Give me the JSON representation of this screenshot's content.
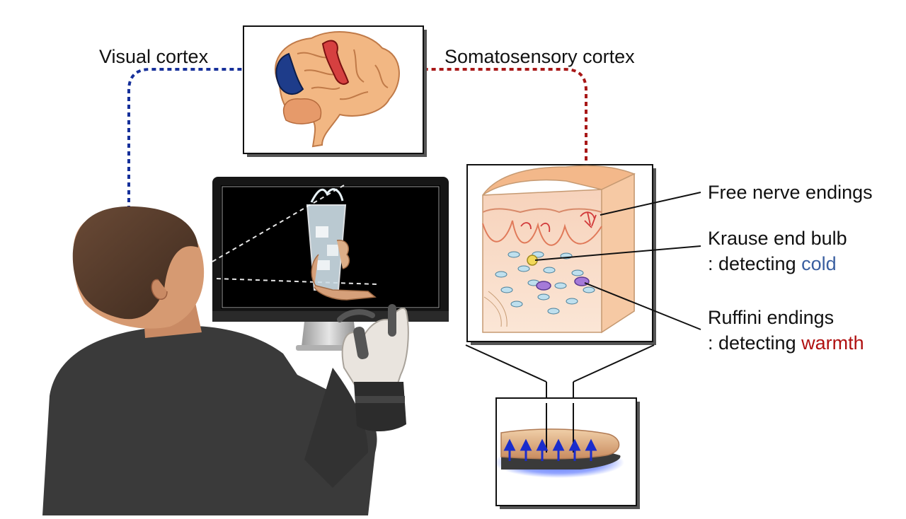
{
  "labels": {
    "visual_cortex": "Visual cortex",
    "somatosensory_cortex": "Somatosensory cortex",
    "free_nerve_endings": "Free nerve endings",
    "krause_title": "Krause end bulb",
    "krause_prefix": ": detecting ",
    "krause_word": "cold",
    "ruffini_title": "Ruffini endings",
    "ruffini_prefix": ": detecting ",
    "ruffini_word": "warmth"
  },
  "colors": {
    "visual_path": "#16309a",
    "somatosensory_path": "#a81818",
    "cold": "#3a5fa0",
    "warmth": "#b01010",
    "heat_glow": "#3b5cff",
    "arrow_blue": "#1a2ccc"
  },
  "icons": {
    "person": "person-with-haptic-glove",
    "monitor": "monitor-showing-hand-with-ice-glass",
    "brain": "brain",
    "skin": "skin-cross-section",
    "finger": "finger-on-thermal-pad"
  }
}
